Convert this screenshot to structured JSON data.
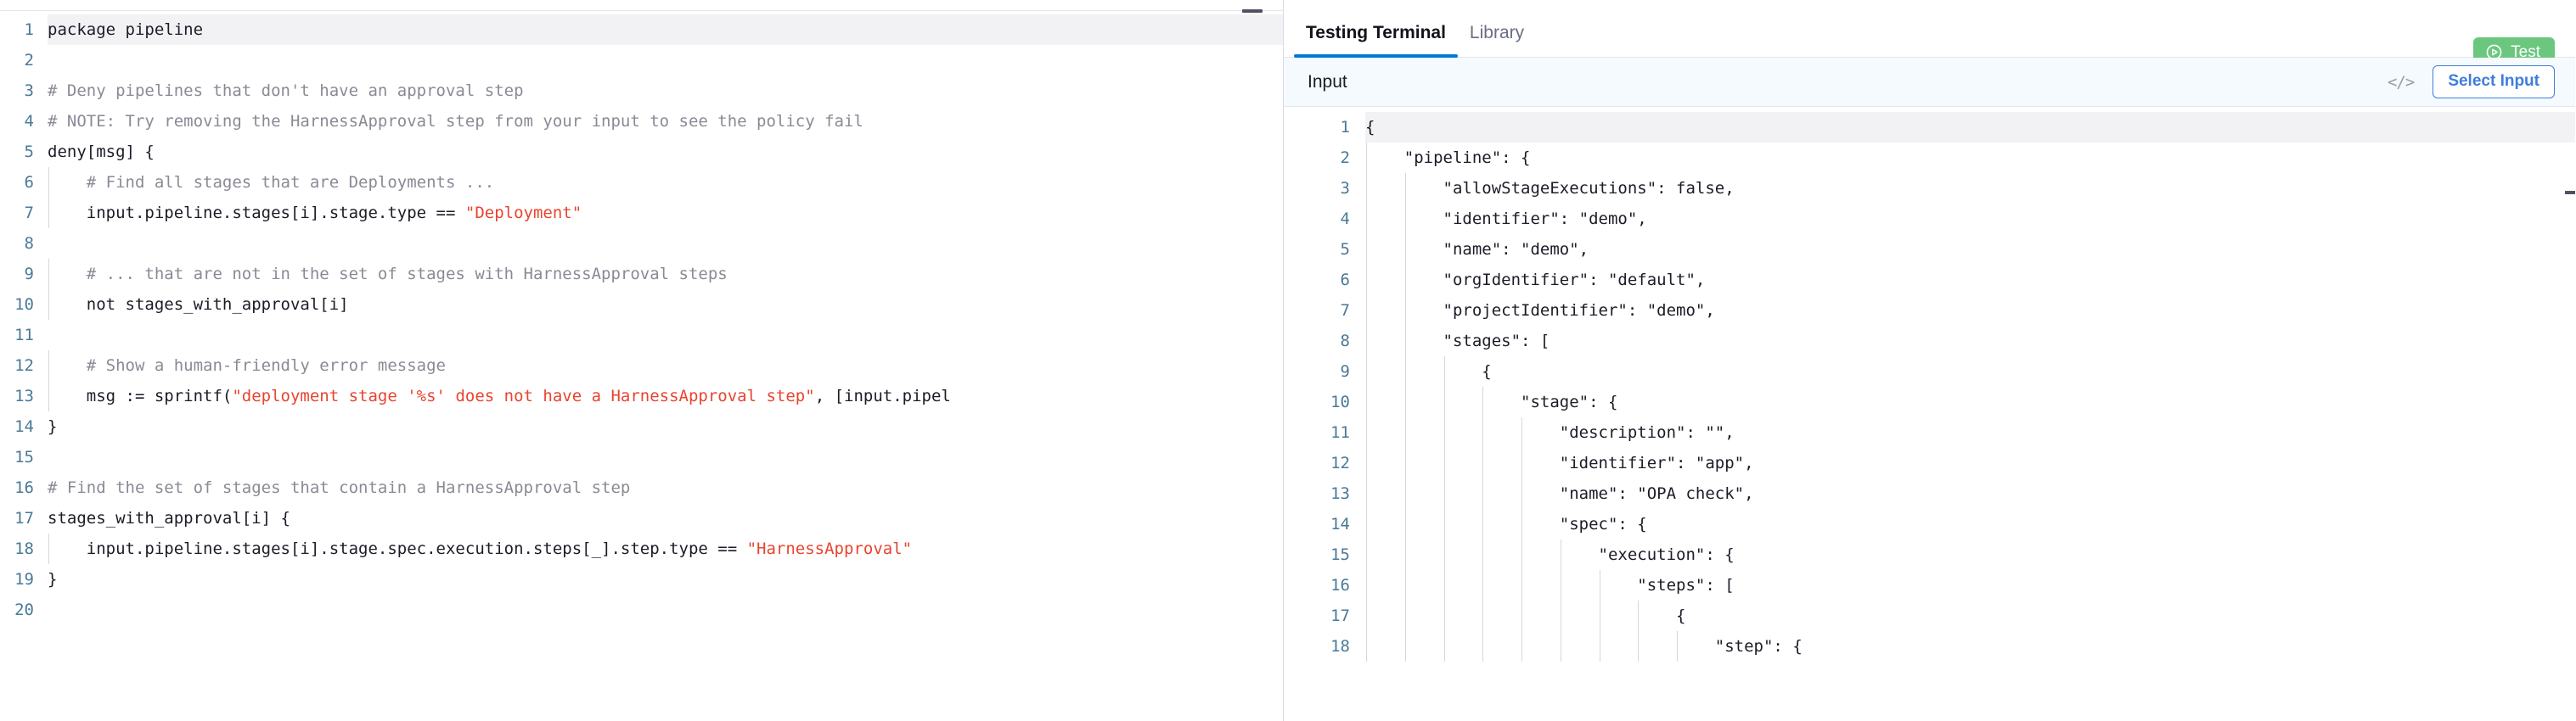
{
  "left_editor": {
    "name": "rego-policy-editor",
    "language": "rego",
    "active_line": 1,
    "minimize_icon": "minimize-icon",
    "total_lines": 20,
    "lines": [
      {
        "n": "1",
        "segments": [
          {
            "t": "plain",
            "s": "package pipeline"
          }
        ]
      },
      {
        "n": "2",
        "segments": []
      },
      {
        "n": "3",
        "segments": [
          {
            "t": "cmt",
            "s": "# Deny pipelines that don't have an approval step"
          }
        ]
      },
      {
        "n": "4",
        "segments": [
          {
            "t": "cmt",
            "s": "# NOTE: Try removing the HarnessApproval step from your input to see the policy fail"
          }
        ]
      },
      {
        "n": "5",
        "segments": [
          {
            "t": "plain",
            "s": "deny[msg] {"
          }
        ]
      },
      {
        "n": "6",
        "segments": [
          {
            "t": "cmt",
            "s": "    # Find all stages that are Deployments ..."
          }
        ]
      },
      {
        "n": "7",
        "segments": [
          {
            "t": "plain",
            "s": "    input.pipeline.stages[i].stage.type == "
          },
          {
            "t": "str",
            "s": "\"Deployment\""
          }
        ]
      },
      {
        "n": "8",
        "segments": []
      },
      {
        "n": "9",
        "segments": [
          {
            "t": "cmt",
            "s": "    # ... that are not in the set of stages with HarnessApproval steps"
          }
        ]
      },
      {
        "n": "10",
        "segments": [
          {
            "t": "plain",
            "s": "    not stages_with_approval[i]"
          }
        ]
      },
      {
        "n": "11",
        "segments": []
      },
      {
        "n": "12",
        "segments": [
          {
            "t": "cmt",
            "s": "    # Show a human-friendly error message"
          }
        ]
      },
      {
        "n": "13",
        "segments": [
          {
            "t": "plain",
            "s": "    msg := sprintf("
          },
          {
            "t": "str",
            "s": "\"deployment stage '%s' does not have a HarnessApproval step\""
          },
          {
            "t": "plain",
            "s": ", [input.pipel"
          }
        ]
      },
      {
        "n": "14",
        "segments": [
          {
            "t": "plain",
            "s": "}"
          }
        ]
      },
      {
        "n": "15",
        "segments": []
      },
      {
        "n": "16",
        "segments": [
          {
            "t": "cmt",
            "s": "# Find the set of stages that contain a HarnessApproval step"
          }
        ]
      },
      {
        "n": "17",
        "segments": [
          {
            "t": "plain",
            "s": "stages_with_approval[i] {"
          }
        ]
      },
      {
        "n": "18",
        "segments": [
          {
            "t": "plain",
            "s": "    input.pipeline.stages[i].stage.spec.execution.steps[_].step.type == "
          },
          {
            "t": "str",
            "s": "\"HarnessApproval\""
          }
        ]
      },
      {
        "n": "19",
        "segments": [
          {
            "t": "plain",
            "s": "}"
          }
        ]
      },
      {
        "n": "20",
        "segments": []
      }
    ]
  },
  "right_panel": {
    "tabs": [
      {
        "label": "Testing Terminal",
        "active": true
      },
      {
        "label": "Library",
        "active": false
      }
    ],
    "test_button": {
      "label": "Test",
      "icon": "play-circle-icon",
      "color": "#6bc77e"
    },
    "input_bar": {
      "label": "Input",
      "code_icon": "code-brackets-icon",
      "code_icon_glyph": "</>",
      "select_input_label": "Select Input",
      "accent_color": "#3f7ddb",
      "background": "#f4fafd"
    },
    "json_editor": {
      "name": "input-json-editor",
      "active_line": 1,
      "lines": [
        {
          "n": "1",
          "text": "{",
          "indent": 0
        },
        {
          "n": "2",
          "text": "    \"pipeline\": {",
          "indent": 1
        },
        {
          "n": "3",
          "text": "        \"allowStageExecutions\": false,",
          "indent": 2
        },
        {
          "n": "4",
          "text": "        \"identifier\": \"demo\",",
          "indent": 2
        },
        {
          "n": "5",
          "text": "        \"name\": \"demo\",",
          "indent": 2
        },
        {
          "n": "6",
          "text": "        \"orgIdentifier\": \"default\",",
          "indent": 2
        },
        {
          "n": "7",
          "text": "        \"projectIdentifier\": \"demo\",",
          "indent": 2
        },
        {
          "n": "8",
          "text": "        \"stages\": [",
          "indent": 2
        },
        {
          "n": "9",
          "text": "            {",
          "indent": 3
        },
        {
          "n": "10",
          "text": "                \"stage\": {",
          "indent": 4
        },
        {
          "n": "11",
          "text": "                    \"description\": \"\",",
          "indent": 5
        },
        {
          "n": "12",
          "text": "                    \"identifier\": \"app\",",
          "indent": 5
        },
        {
          "n": "13",
          "text": "                    \"name\": \"OPA check\",",
          "indent": 5
        },
        {
          "n": "14",
          "text": "                    \"spec\": {",
          "indent": 5
        },
        {
          "n": "15",
          "text": "                        \"execution\": {",
          "indent": 6
        },
        {
          "n": "16",
          "text": "                            \"steps\": [",
          "indent": 7
        },
        {
          "n": "17",
          "text": "                                {",
          "indent": 8
        },
        {
          "n": "18",
          "text": "                                    \"step\": {",
          "indent": 9
        }
      ]
    }
  }
}
